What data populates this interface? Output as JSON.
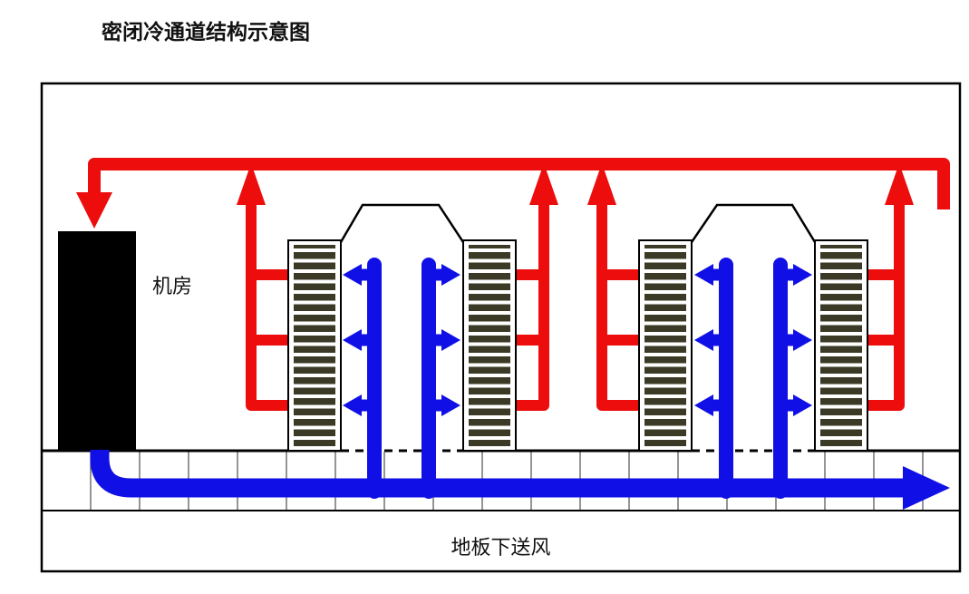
{
  "title": "密闭冷通道结构示意图",
  "labels": {
    "room": "机房",
    "underfloor_supply": "地板下送风"
  },
  "colors": {
    "hot": "#ec0d0c",
    "cold": "#1010e6",
    "fin": "#3a3a26",
    "line": "#000000"
  }
}
